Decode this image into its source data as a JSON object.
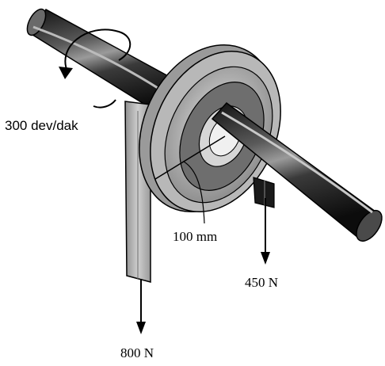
{
  "labels": {
    "speed": "300 dev/dak",
    "radius": "100 mm",
    "force_right": "450 N",
    "force_left": "800 N"
  },
  "icons": {
    "rotation": "rotation-arrow-icon",
    "force_arrow": "down-arrow-icon"
  },
  "colors": {
    "ink": "#000000",
    "shaft_dark": "#1e1e1e",
    "shaft_light": "#8a8a8a",
    "pulley_rim": "#a9a9a9",
    "pulley_face": "#cfcfcf",
    "belt": "#bdbdbd",
    "hub": "#d8d8d8"
  }
}
